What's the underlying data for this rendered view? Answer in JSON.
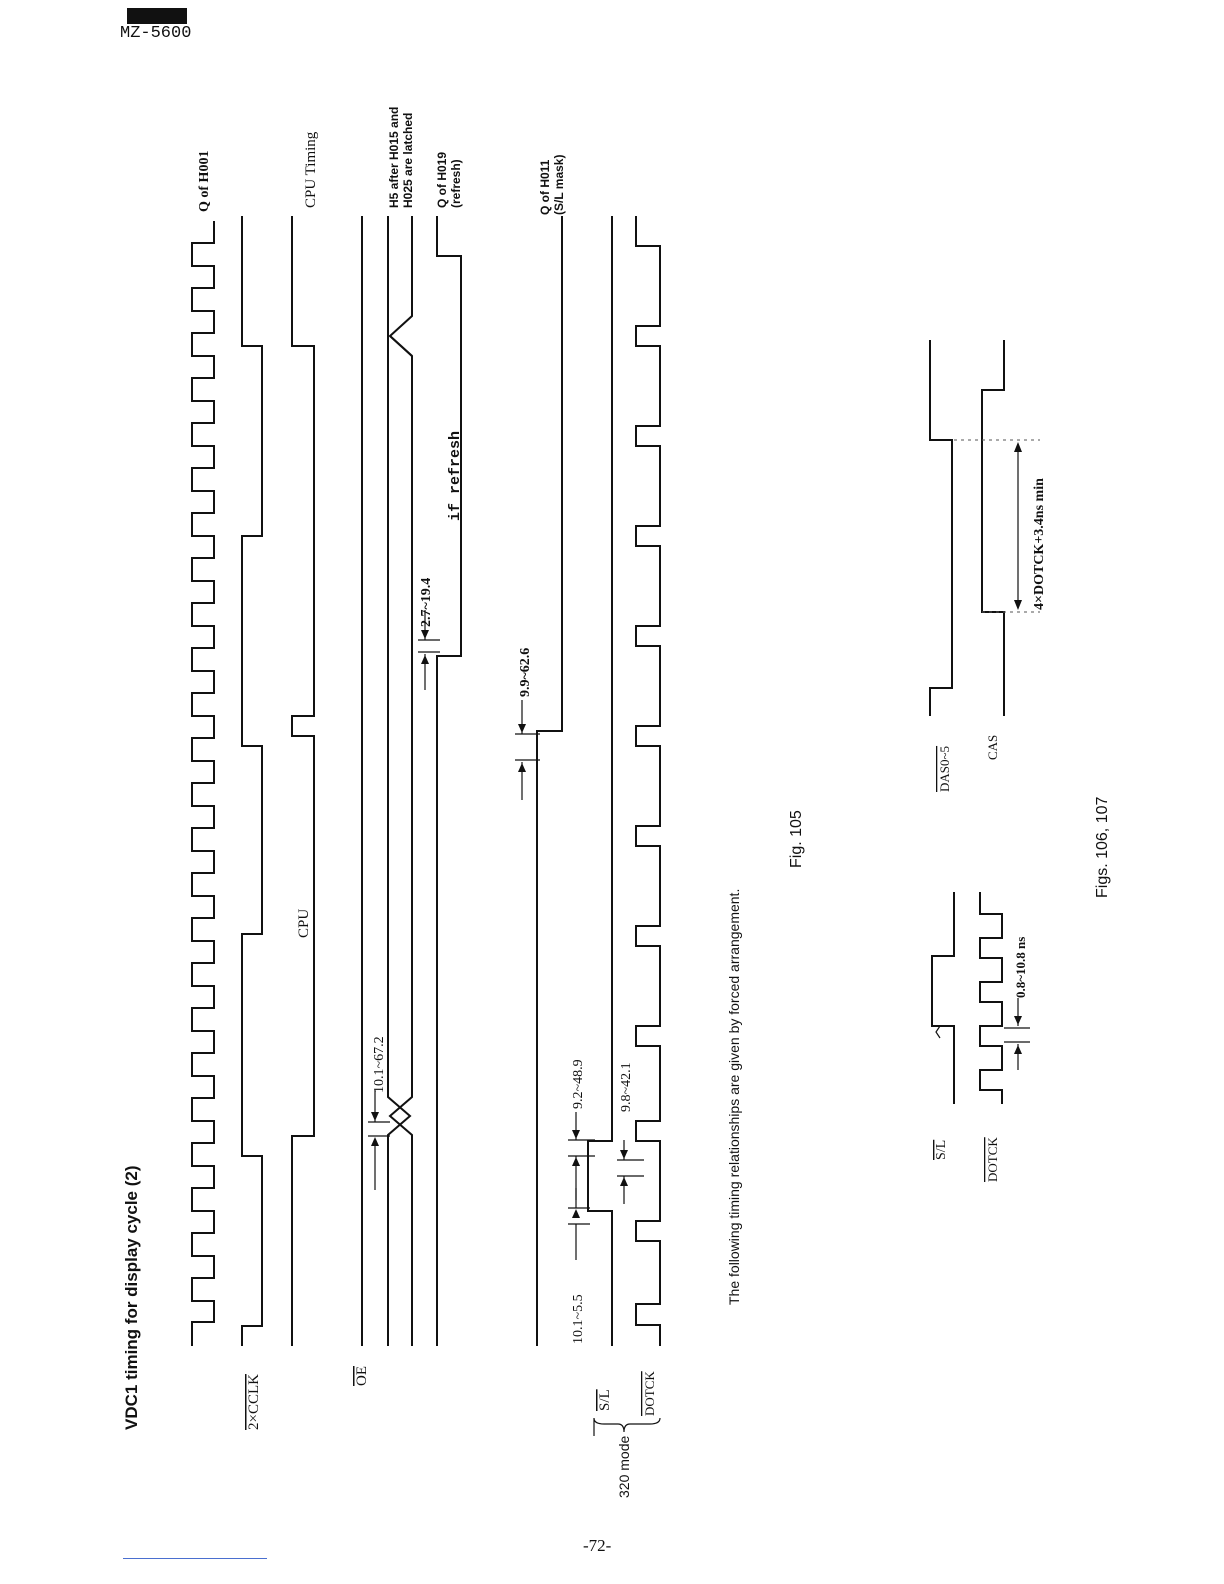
{
  "header": {
    "model": "MZ-5600"
  },
  "page_number": "-72-",
  "fig105": {
    "title": "VDC1 timing for display cycle (2)",
    "caption": "Fig. 105",
    "signals": {
      "q_h001": "Q of H001",
      "clk": "2×CCLK",
      "cpu_timing": "CPU Timing",
      "cpu_label": "CPU",
      "oe": "OE",
      "h5_line1": "H5 after H015 and",
      "h5_line2": "H025 are latched",
      "h019_line1": "Q of H019",
      "h019_line2": "(refresh)",
      "h011_line1": "Q of H011",
      "h011_line2": "(S/L mask)",
      "sl": "S/L",
      "dotck": "DOTCK",
      "mode": "320 mode"
    },
    "timings": {
      "t1": "10.1~67.2",
      "t2": "2.7~19.4",
      "t3": "9.9~62.6",
      "t4": "9.2~48.9",
      "t5": "9.8~42.1",
      "t6": "10.1~5.5"
    },
    "refresh_note": "if refresh",
    "note": "The following timing relationships are given by forced arrangement."
  },
  "fig106_107": {
    "caption": "Figs. 106, 107",
    "sl": "S/L",
    "dotck": "DOTCK",
    "t_sl": "0.8~10.8 ns",
    "das": "DAS0~5",
    "cas": "CAS",
    "t_cas": "4×DOTCK+3.4ns min"
  }
}
